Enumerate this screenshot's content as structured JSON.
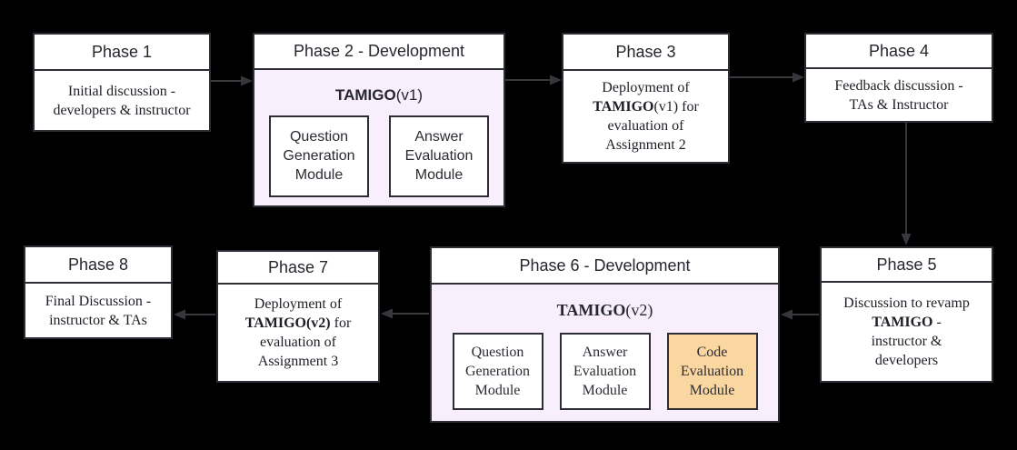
{
  "diagram_title": "TAMIGO development phases flow",
  "colors": {
    "background": "#000000",
    "box_fill": "#ffffff",
    "box_border": "#2d2d36",
    "development_fill": "#f9eefb",
    "highlight_module_fill": "#fad7a0",
    "arrow": "#4c4c52"
  },
  "phases": {
    "p1": {
      "title": "Phase 1",
      "line1": "Initial discussion  -",
      "line2": "developers & instructor"
    },
    "p2": {
      "title": "Phase 2 - Development",
      "app": "TAMIGO",
      "version": "(v1)",
      "module1": "Question Generation Module",
      "module2": "Answer Evaluation Module"
    },
    "p3": {
      "title": "Phase 3",
      "line1": "Deployment of",
      "line2_bold": "TAMIGO",
      "line2_rest": "(v1) for",
      "line3": "evaluation of",
      "line4": "Assignment 2"
    },
    "p4": {
      "title": "Phase 4",
      "line1": "Feedback discussion -",
      "line2": "TAs & Instructor"
    },
    "p5": {
      "title": "Phase 5",
      "line1": "Discussion to revamp",
      "line2_bold": "TAMIGO",
      "line2_rest": " -",
      "line3": "instructor &",
      "line4": "developers"
    },
    "p6": {
      "title": "Phase 6 - Development",
      "app": "TAMIGO",
      "version": "(v2)",
      "module1": "Question Generation Module",
      "module2": "Answer Evaluation Module",
      "module3": "Code Evaluation Module"
    },
    "p7": {
      "title": "Phase 7",
      "line1": "Deployment of",
      "line2_bold": "TAMIGO(v2)",
      "line2_rest": " for",
      "line3": "evaluation of",
      "line4": "Assignment 3"
    },
    "p8": {
      "title": "Phase 8",
      "line1": "Final Discussion -",
      "line2": "instructor & TAs"
    }
  },
  "arrows": [
    {
      "from": "Phase 1",
      "to": "Phase 2"
    },
    {
      "from": "Phase 2",
      "to": "Phase 3"
    },
    {
      "from": "Phase 3",
      "to": "Phase 4"
    },
    {
      "from": "Phase 4",
      "to": "Phase 5"
    },
    {
      "from": "Phase 5",
      "to": "Phase 6"
    },
    {
      "from": "Phase 6",
      "to": "Phase 7"
    },
    {
      "from": "Phase 7",
      "to": "Phase 8"
    }
  ]
}
